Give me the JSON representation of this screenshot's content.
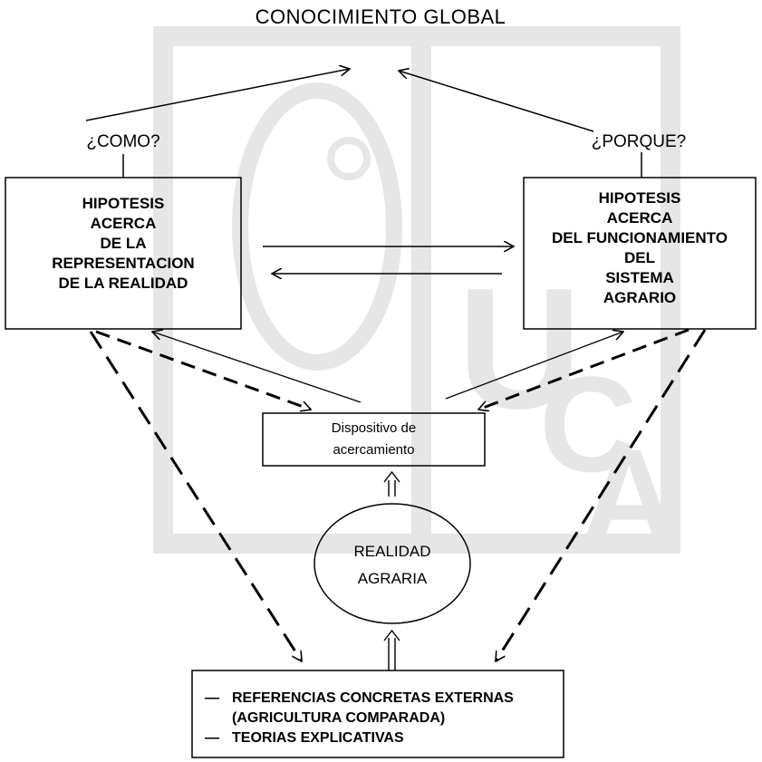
{
  "title": "CONOCIMIENTO GLOBAL",
  "questions": {
    "left": "¿COMO?",
    "right": "¿PORQUE?"
  },
  "left_box": {
    "lines": [
      "HIPOTESIS",
      "ACERCA",
      "DE LA",
      "REPRESENTACION",
      "DE LA REALIDAD"
    ]
  },
  "right_box": {
    "lines": [
      "HIPOTESIS",
      "ACERCA",
      "DEL FUNCIONAMIENTO",
      "DEL",
      "SISTEMA",
      "AGRARIO"
    ]
  },
  "middle_box": {
    "lines": [
      "Dispositivo de",
      "acercamiento"
    ]
  },
  "ellipse": {
    "lines": [
      "REALIDAD",
      "AGRARIA"
    ]
  },
  "bottom_box": {
    "items": [
      "REFERENCIAS CONCRETAS EXTERNAS",
      "(AGRICULTURA COMPARADA)",
      "TEORIAS EXPLICATIVAS"
    ],
    "bullet": "—"
  },
  "watermark": {
    "letters": [
      "U",
      "C",
      "A"
    ],
    "color": "#d9d9d9"
  },
  "colors": {
    "ink": "#000000",
    "watermark": "#d9d9d9"
  }
}
